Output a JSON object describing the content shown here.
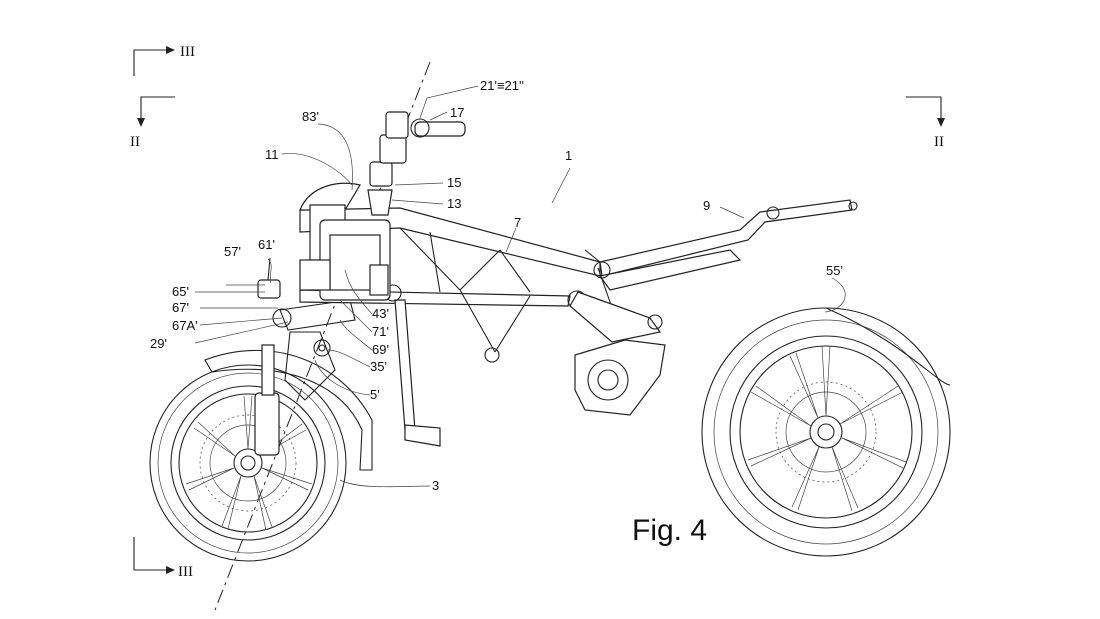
{
  "figure": {
    "caption": "Fig. 4",
    "section_labels": {
      "top_left": "III",
      "bottom_left": "III",
      "left": "II",
      "right": "II"
    },
    "references": [
      {
        "id": "ref-21",
        "text": "21'≡21''"
      },
      {
        "id": "ref-17",
        "text": "17"
      },
      {
        "id": "ref-83",
        "text": "83'"
      },
      {
        "id": "ref-11",
        "text": "11"
      },
      {
        "id": "ref-15",
        "text": "15"
      },
      {
        "id": "ref-13",
        "text": "13"
      },
      {
        "id": "ref-1",
        "text": "1"
      },
      {
        "id": "ref-7",
        "text": "7"
      },
      {
        "id": "ref-9",
        "text": "9"
      },
      {
        "id": "ref-55",
        "text": "55'"
      },
      {
        "id": "ref-57",
        "text": "57'"
      },
      {
        "id": "ref-61",
        "text": "61'"
      },
      {
        "id": "ref-65",
        "text": "65'"
      },
      {
        "id": "ref-67",
        "text": "67'"
      },
      {
        "id": "ref-67a",
        "text": "67A'"
      },
      {
        "id": "ref-29",
        "text": "29'"
      },
      {
        "id": "ref-43",
        "text": "43'"
      },
      {
        "id": "ref-71",
        "text": "71'"
      },
      {
        "id": "ref-69",
        "text": "69'"
      },
      {
        "id": "ref-35",
        "text": "35'"
      },
      {
        "id": "ref-5",
        "text": "5'"
      },
      {
        "id": "ref-3",
        "text": "3"
      }
    ]
  }
}
